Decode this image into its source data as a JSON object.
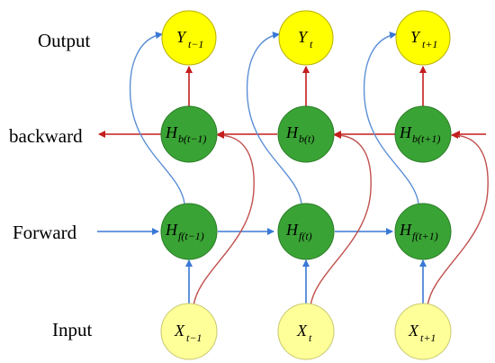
{
  "labels": {
    "output": "Output",
    "backward": "backward",
    "forward": "Forward",
    "input": "Input"
  },
  "nodes": {
    "y_prev": {
      "main": "Y",
      "sub": "t−1"
    },
    "y_cur": {
      "main": "Y",
      "sub": "t"
    },
    "y_next": {
      "main": "Y",
      "sub": "t+1"
    },
    "hb_prev": {
      "main": "H",
      "sub": "b(t−1)"
    },
    "hb_cur": {
      "main": "H",
      "sub": "b(t)"
    },
    "hb_next": {
      "main": "H",
      "sub": "b(t+1)"
    },
    "hf_prev": {
      "main": "H",
      "sub": "f(t−1)"
    },
    "hf_cur": {
      "main": "H",
      "sub": "f(t)"
    },
    "hf_next": {
      "main": "H",
      "sub": "f(t+1)"
    },
    "x_prev": {
      "main": "X",
      "sub": "t−1"
    },
    "x_cur": {
      "main": "X",
      "sub": "t"
    },
    "x_next": {
      "main": "X",
      "sub": "t+1"
    }
  },
  "colors": {
    "output_fill": "#ffff00",
    "input_fill": "#ffff99",
    "hidden_fill": "#3aa335",
    "forward_arrow": "#3a78d6",
    "backward_arrow": "#c41e1e",
    "curve_blue": "#5b8fd6",
    "curve_red": "#c0504d"
  }
}
